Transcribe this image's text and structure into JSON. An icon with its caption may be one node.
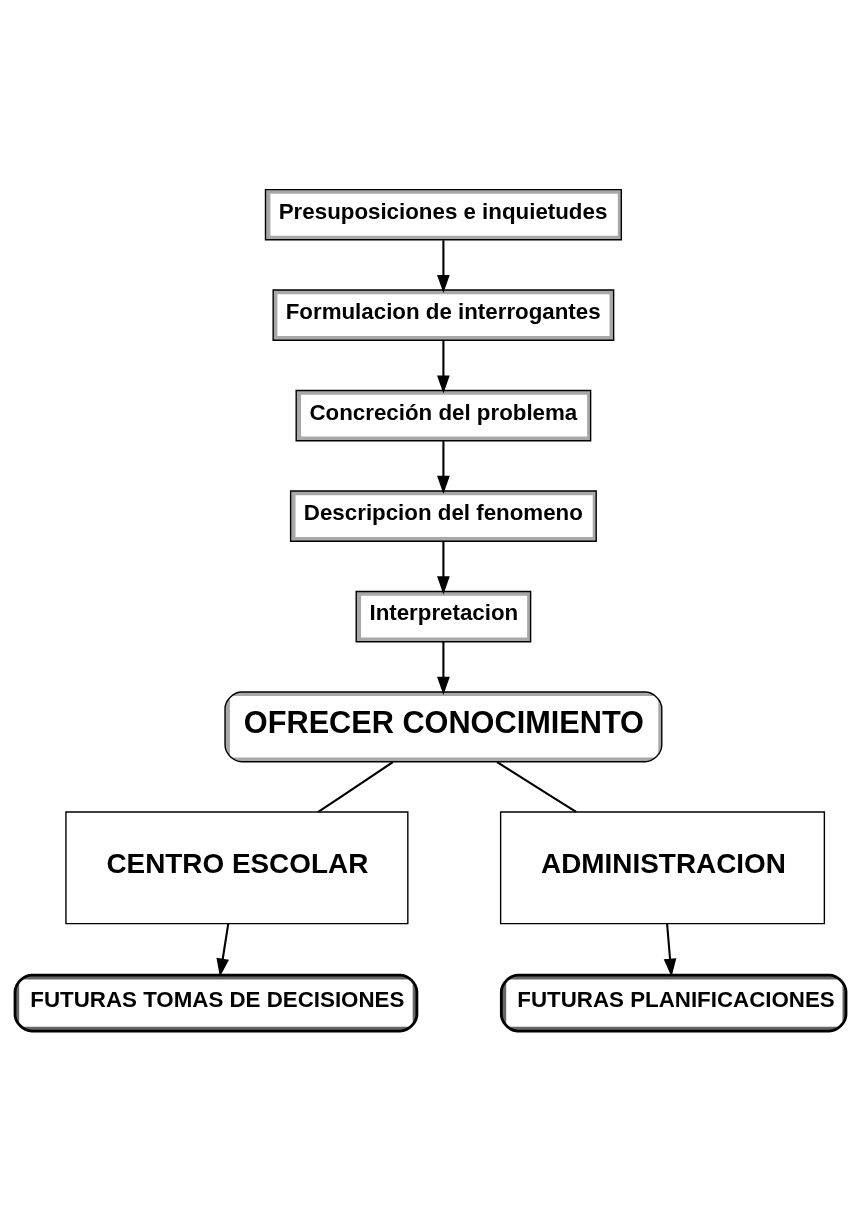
{
  "diagram": {
    "nodes": [
      {
        "text": [
          "Presuposiciones e inquietudes"
        ]
      },
      {
        "text": [
          "Formulacion de interrogantes"
        ]
      },
      {
        "text": [
          "Concreción del problema"
        ]
      },
      {
        "text": [
          "Descripcion del fenomeno"
        ]
      },
      {
        "text": [
          "Interpretacion"
        ]
      },
      {
        "text": [
          "OFRECER CONOCIMIENTO"
        ]
      },
      {
        "text": [
          "CENTRO ESCOLAR"
        ]
      },
      {
        "text": [
          "ADMINISTRACION"
        ]
      },
      {
        "text": [
          "FUTURAS TOMAS DE DECISIONES"
        ]
      },
      {
        "text": [
          "FUTURAS PLANIFICACIONES"
        ]
      }
    ],
    "edges": [
      {
        "from": 0,
        "to": 1,
        "arrow": "to"
      },
      {
        "from": 1,
        "to": 2,
        "arrow": "to"
      },
      {
        "from": 2,
        "to": 3,
        "arrow": "to"
      },
      {
        "from": 3,
        "to": 4,
        "arrow": "to"
      },
      {
        "from": 4,
        "to": 5,
        "arrow": "to"
      },
      {
        "from": 5,
        "to": 6,
        "arrow": "none"
      },
      {
        "from": 5,
        "to": 7,
        "arrow": "none"
      },
      {
        "from": 6,
        "to": 8,
        "arrow": "to"
      },
      {
        "from": 7,
        "to": 9,
        "arrow": "to"
      }
    ]
  }
}
